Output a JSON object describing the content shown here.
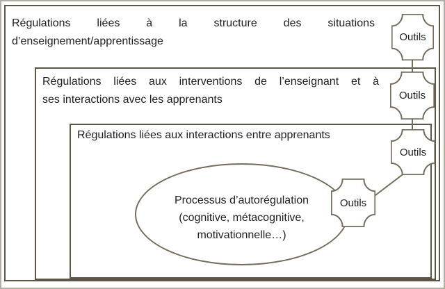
{
  "colors": {
    "border": "#5d5545",
    "accent": "#756c5c",
    "frame": "#b3ada4",
    "text": "#1f1f1f"
  },
  "boxes": [
    {
      "id": "structure",
      "line1": "Régulations liées à la structure des situations",
      "line2": "d’enseignement/apprentissage"
    },
    {
      "id": "enseignant",
      "line1": "Régulations liées aux interventions de l’enseignant et à",
      "line2": "ses interactions avec les apprenants"
    },
    {
      "id": "apprenants",
      "line1": "Régulations liées aux interactions entre apprenants"
    }
  ],
  "ellipse": {
    "line1": "Processus d’autorégulation",
    "line2": "(cognitive, métacognitive,",
    "line3": "motivationnelle…)"
  },
  "badges": {
    "labels": [
      "Outils",
      "Outils",
      "Outils",
      "Outils"
    ]
  }
}
